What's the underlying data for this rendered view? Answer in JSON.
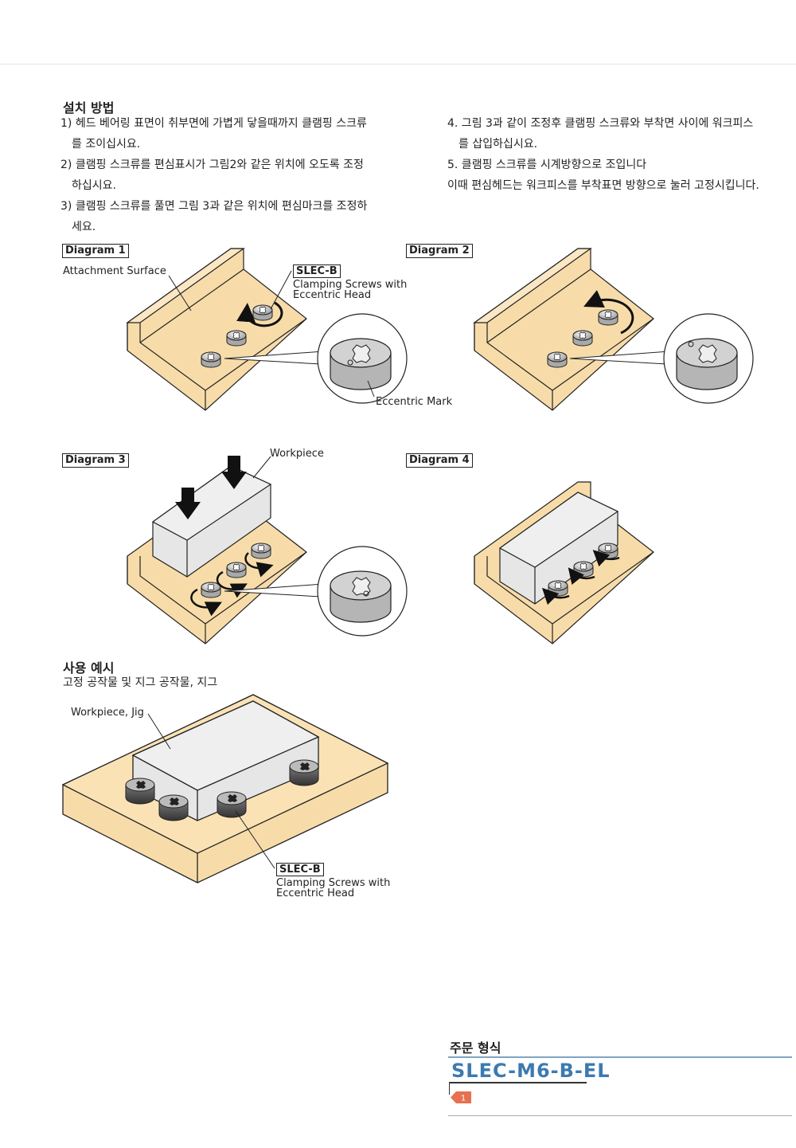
{
  "install": {
    "title": "설치 방법",
    "left_lines": [
      "1) 헤드 베어링 표면이 취부면에 가볍게 닿을때까지 클램핑 스크류",
      "를 조이십시요.",
      "2) 클램핑 스크류를 편심표시가 그림2와 같은 위치에 오도록 조정",
      "하십시요.",
      "3) 클램핑 스크류를 풀면 그림 3과 같은 위치에 편심마크를 조정하",
      "세요."
    ],
    "right_lines": [
      "4. 그림 3과 같이 조정후 클램핑 스크류와 부착면 사이에 워크피스",
      "를 삽입하십시요.",
      "5. 클램핑 스크류를 시계방향으로 조입니다",
      "이때 편심헤드는 워크피스를 부착표면 방향으로 눌러 고정시킵니다."
    ]
  },
  "diagrams": {
    "d1": "Diagram 1",
    "d2": "Diagram 2",
    "d3": "Diagram 3",
    "d4": "Diagram 4"
  },
  "labels": {
    "attachment_surface": "Attachment  Surface",
    "slec_b": "SLEC-B",
    "clamping_line1": "Clamping Screws with",
    "clamping_line2": "Eccentric Head",
    "eccentric_mark": "Eccentric Mark",
    "workpiece": "Workpiece",
    "workpiece_jig": "Workpiece, Jig"
  },
  "usage": {
    "title": "사용 예시",
    "subtitle": "고정 공작물 및 지그 공작물, 지그"
  },
  "order": {
    "title": "주문 형식",
    "code": "SLEC-M6-B-EL",
    "tag": "1"
  },
  "colors": {
    "wood": "#f7dcaa",
    "block": "#e6e6e6",
    "accent": "#3c7ab0",
    "tag": "#e8704f"
  }
}
